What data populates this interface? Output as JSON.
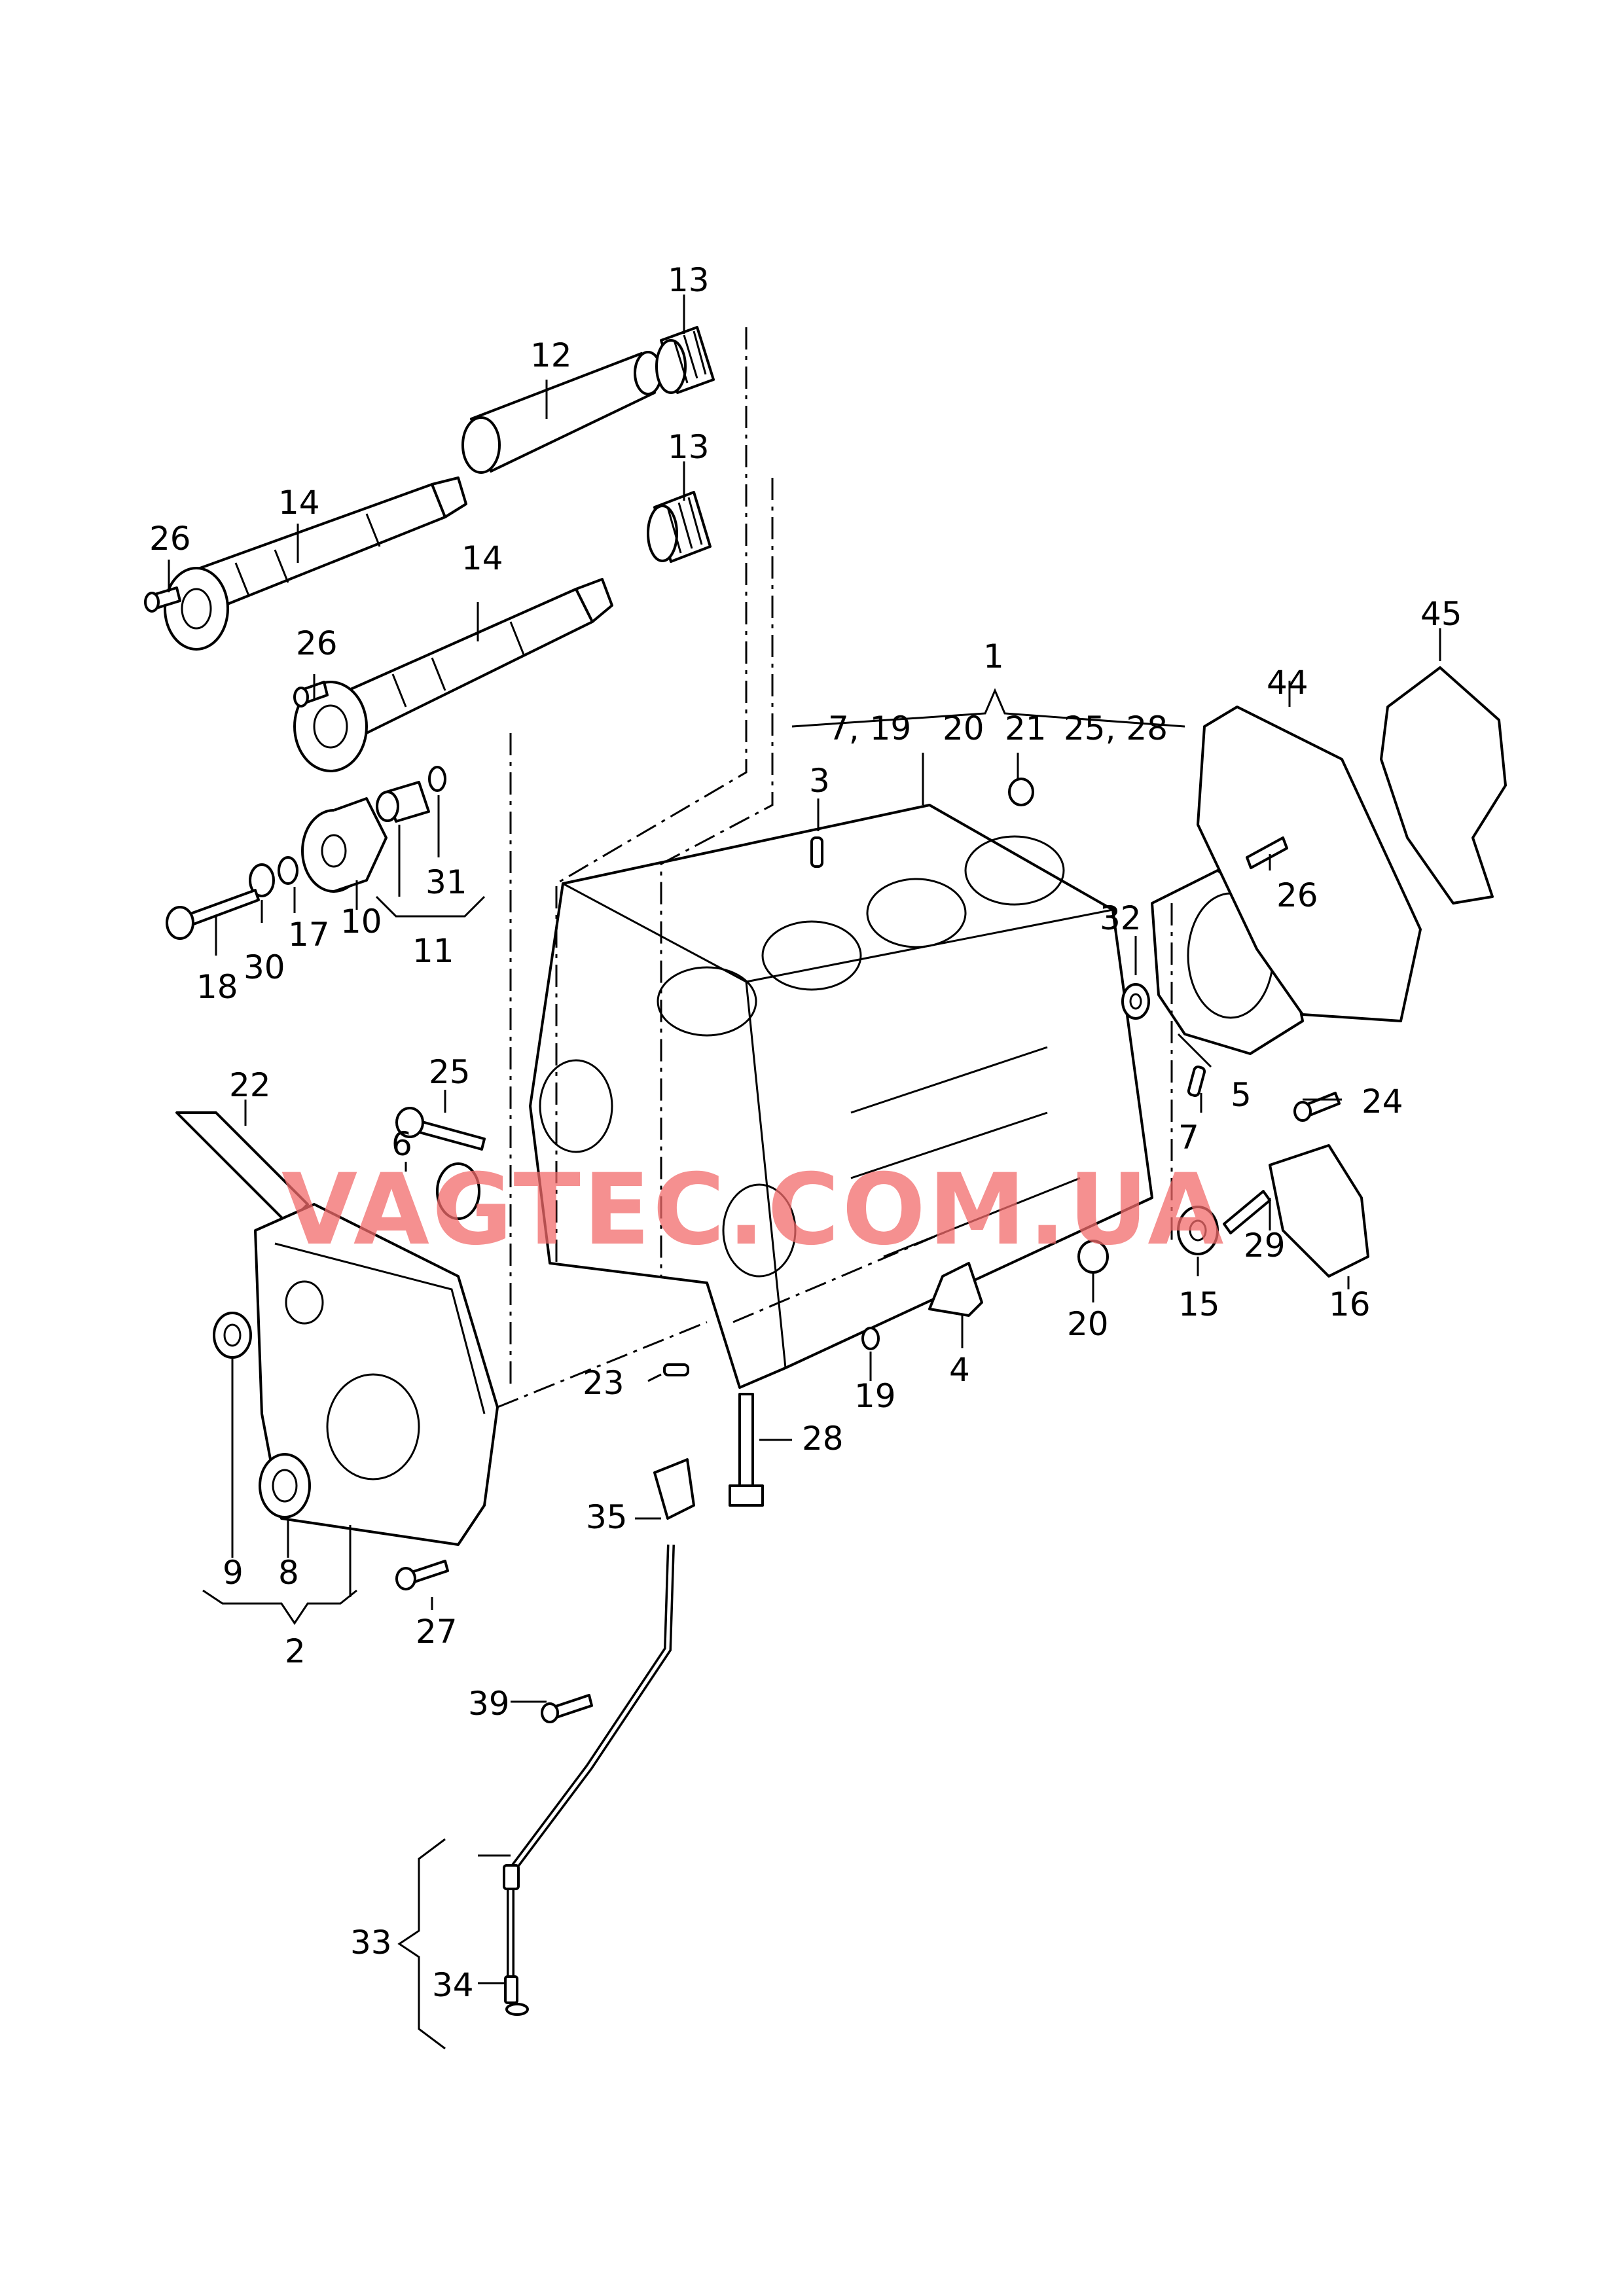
{
  "watermark": "VAGTEC.COM.UA",
  "colors": {
    "line": "#000000",
    "background": "#ffffff",
    "watermark": "#f26b6b"
  },
  "callouts": {
    "c1": "1",
    "c1_group_a": "7, 19",
    "c1_group_b": "20",
    "c1_group_c": "21",
    "c1_group_d": "25, 28",
    "c2": "2",
    "c3": "3",
    "c4": "4",
    "c5": "5",
    "c6": "6",
    "c7": "7",
    "c8": "8",
    "c9": "9",
    "c10": "10",
    "c11": "11",
    "c12": "12",
    "c13a": "13",
    "c13b": "13",
    "c14a": "14",
    "c14b": "14",
    "c15": "15",
    "c16": "16",
    "c17": "17",
    "c18": "18",
    "c19": "19",
    "c20": "20",
    "c22": "22",
    "c23": "23",
    "c24": "24",
    "c25": "25",
    "c26a": "26",
    "c26b": "26",
    "c26c": "26",
    "c27": "27",
    "c28": "28",
    "c29": "29",
    "c30": "30",
    "c31": "31",
    "c32": "32",
    "c33": "33",
    "c34": "34",
    "c35": "35",
    "c39": "39",
    "c44": "44",
    "c45": "45"
  }
}
